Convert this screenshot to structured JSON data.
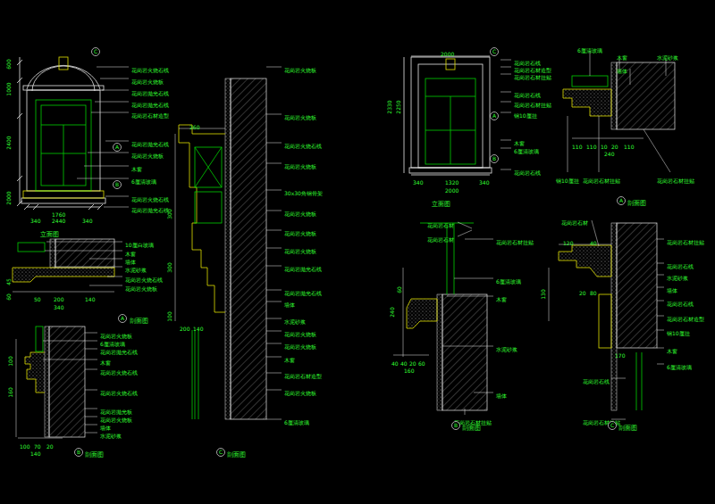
{
  "diagram": {
    "nodes": [
      {
        "text": [
          "C"
        ]
      },
      {
        "text": [
          "A"
        ]
      },
      {
        "text": [
          "B"
        ]
      },
      {
        "text": [
          "A"
        ]
      },
      {
        "text": [
          "B"
        ]
      },
      {
        "text": [
          "C"
        ]
      },
      {
        "text": [
          "C"
        ]
      },
      {
        "text": [
          "A"
        ]
      },
      {
        "text": [
          "B"
        ]
      },
      {
        "text": [
          "A"
        ]
      },
      {
        "text": [
          "B"
        ]
      },
      {
        "text": [
          "C"
        ]
      }
    ],
    "labels": [
      "花岗岩火烧石线",
      "花岗岩火烧板",
      "花岗岩抛光石线",
      "花岗岩抛光石线",
      "花岗岩石材造型",
      "花岗岩抛光石线",
      "花岗岩火烧板",
      "木窗",
      "6厘清玻璃",
      "花岗岩火烧石线",
      "花岗岩抛光石线",
      "600",
      "1000",
      "2400",
      "2000",
      "1760",
      "340",
      "2440",
      "340",
      "立面图",
      "10厘白玻璃",
      "木窗",
      "墙体",
      "水泥砂浆",
      "花岗岩火烧石线",
      "花岗岩火烧板",
      "45",
      "60",
      "50",
      "200",
      "140",
      "340",
      "剖面图",
      "花岗岩火烧板",
      "6厘清玻璃",
      "花岗岩抛光石线",
      "木窗",
      "花岗岩火烧石线",
      "花岗岩火烧石线",
      "花岗岩抛光板",
      "花岗岩火烧板",
      "墙体",
      "水泥砂浆",
      "100",
      "160",
      "100",
      "70",
      "20",
      "140",
      "剖面图",
      "花岗岩火烧板",
      "花岗岩火烧板",
      "花岗岩火烧石线",
      "花岗岩火烧板",
      "30x30角钢骨架",
      "花岗岩火烧板",
      "花岗岩火烧板",
      "花岗岩火烧板",
      "花岗岩抛光石线",
      "花岗岩抛光石线",
      "墙体",
      "水泥砂浆",
      "花岗岩火烧板",
      "花岗岩火烧板",
      "木窗",
      "花岗岩石材造型",
      "花岗岩火烧板",
      "6厘清玻璃",
      "260",
      "300",
      "300",
      "100",
      "200",
      "140",
      "剖面图",
      "花岗岩石线",
      "花岗岩石材造型",
      "花岗岩石材挂贴",
      "花岗岩石线",
      "花岗岩石材挂贴",
      "钢10厘挂",
      "木窗",
      "6厘清玻璃",
      "花岗岩石线",
      "2000",
      "2330",
      "2250",
      "340",
      "1320",
      "340",
      "2000",
      "立面图",
      "6厘清玻璃",
      "木窗",
      "墙体",
      "水泥砂浆",
      "110",
      "110",
      "10",
      "20",
      "110",
      "240",
      "钢10厘挂",
      "花岗岩石材挂贴",
      "花岗岩石材挂贴",
      "剖面图",
      "花岗岩石材",
      "花岗岩石材",
      "花岗岩石材挂贴",
      "6厘清玻璃",
      "木窗",
      "水泥砂浆",
      "墙体",
      "花岗岩石材挂贴",
      "240",
      "60",
      "40",
      "40",
      "20",
      "60",
      "160",
      "剖面图",
      "花岗岩石材",
      "花岗岩石材挂贴",
      "花岗岩石线",
      "水泥砂浆",
      "墙体",
      "花岗岩石线",
      "花岗岩石材造型",
      "钢10厘挂",
      "木窗",
      "6厘清玻璃",
      "花岗岩石线",
      "花岗岩石材挂贴",
      "120",
      "40",
      "130",
      "20",
      "80",
      "170",
      "剖面图"
    ]
  }
}
